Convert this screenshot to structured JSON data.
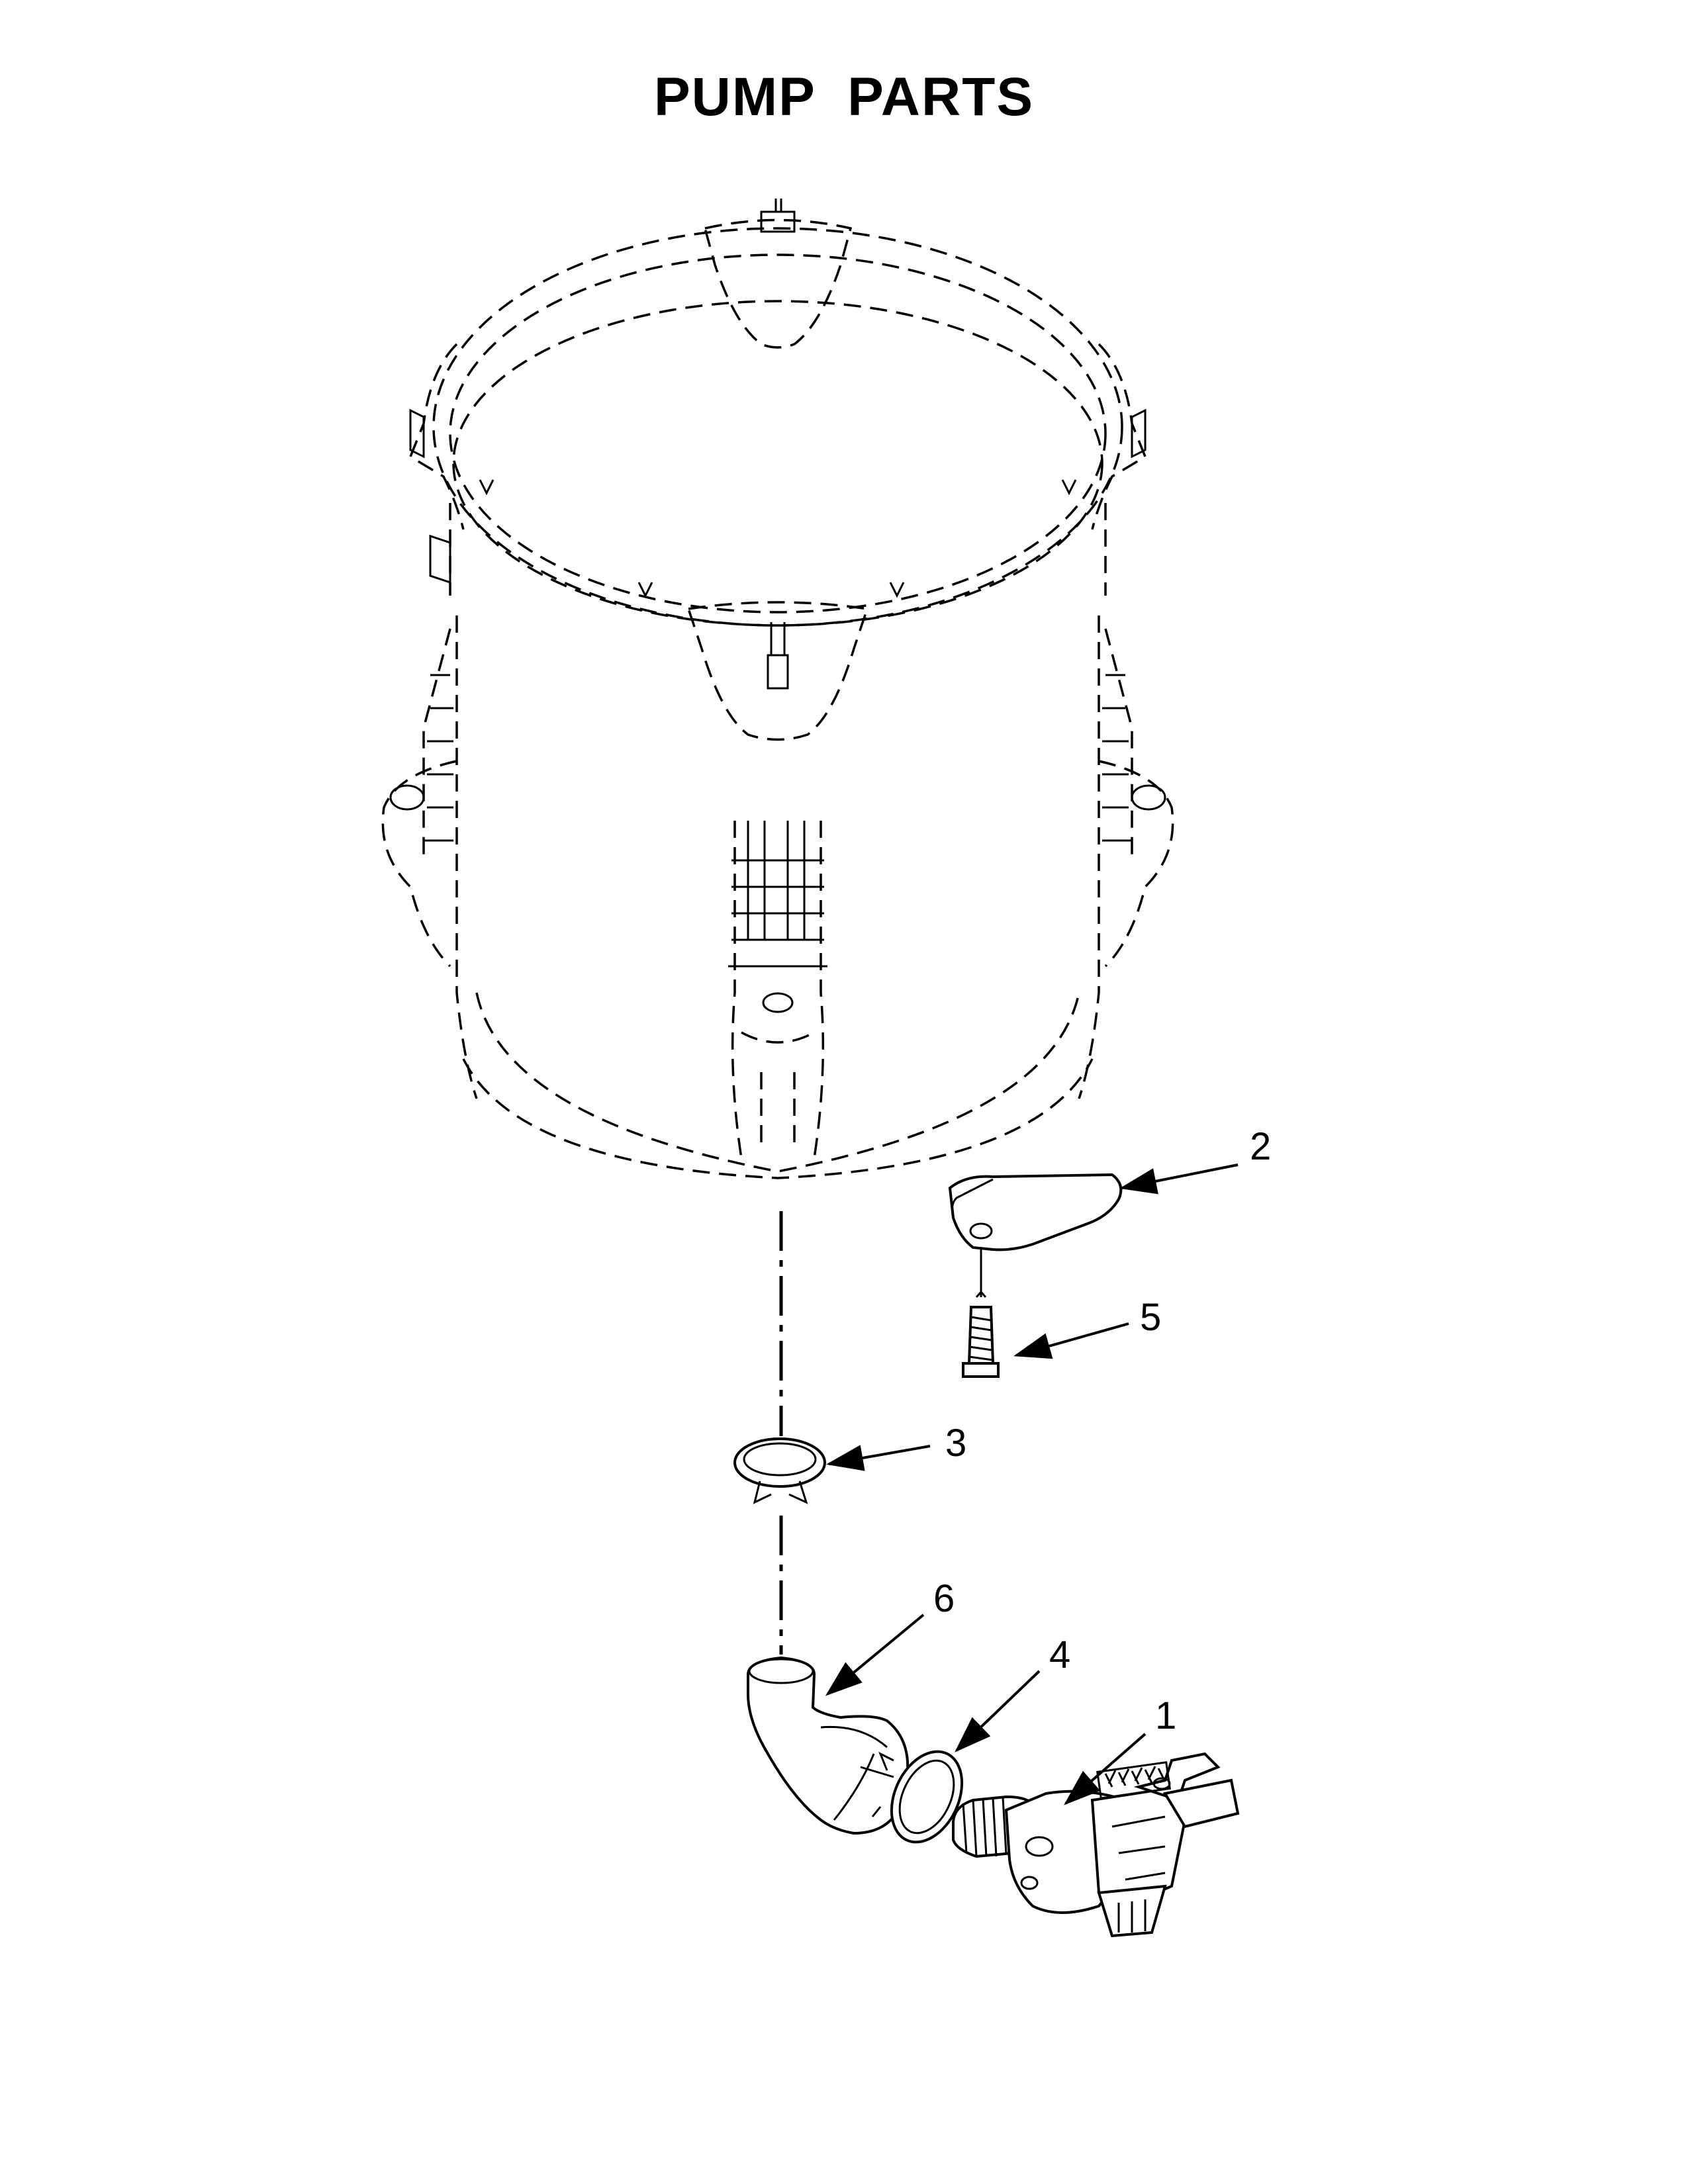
{
  "title": "PUMP PARTS",
  "callouts": [
    {
      "id": "callout-2",
      "label": "2"
    },
    {
      "id": "callout-5",
      "label": "5"
    },
    {
      "id": "callout-3",
      "label": "3"
    },
    {
      "id": "callout-6",
      "label": "6"
    },
    {
      "id": "callout-4",
      "label": "4"
    },
    {
      "id": "callout-1",
      "label": "1"
    }
  ]
}
